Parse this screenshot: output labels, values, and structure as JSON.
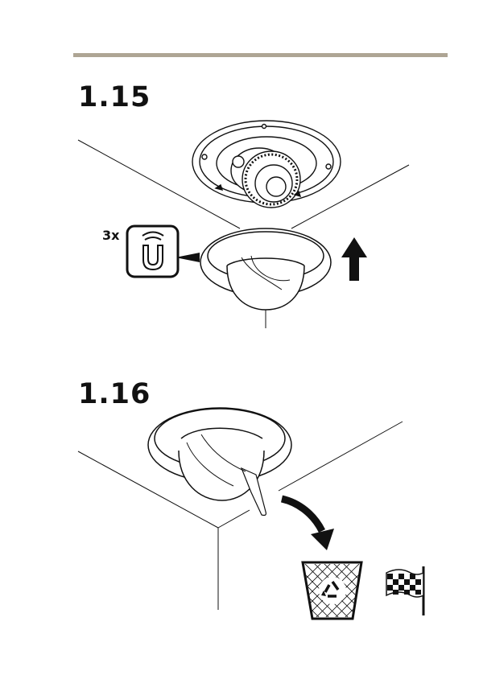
{
  "steps": [
    {
      "number": "1.15",
      "count_label": "3x",
      "icons": [
        "magnet-icon",
        "arrow-up-icon"
      ]
    },
    {
      "number": "1.16",
      "icons": [
        "arrow-down-icon",
        "recycle-bin-icon",
        "finish-flag-icon"
      ]
    }
  ],
  "colors": {
    "rule": "#aea594",
    "line": "#111111"
  }
}
